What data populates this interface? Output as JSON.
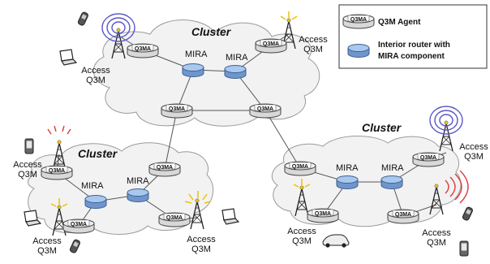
{
  "clusters": {
    "top": "Cluster",
    "left": "Cluster",
    "right": "Cluster"
  },
  "node_text": "Q3MA",
  "router_text": "MIRA",
  "access_line1": "Access",
  "access_line2": "Q3M",
  "legend": {
    "agent_text": "Q3MA",
    "agent_label": "Q3M Agent",
    "router_label_line1": "Interior router with",
    "router_label_line2": "MIRA component"
  },
  "colors": {
    "cloud_fill": "#f2f2f2",
    "cloud_stroke": "#9a9a9a",
    "router_fill": "#9fc0e8",
    "router_stroke": "#4a6f9e",
    "agent_fill": "#eeeeee",
    "wave_red": "#e03a3a",
    "wave_blue": "#5a56c9",
    "spark_yellow": "#f0c000"
  },
  "icons": [
    "tower-icon",
    "laptop-icon",
    "phone-icon",
    "pda-icon",
    "car-icon"
  ]
}
